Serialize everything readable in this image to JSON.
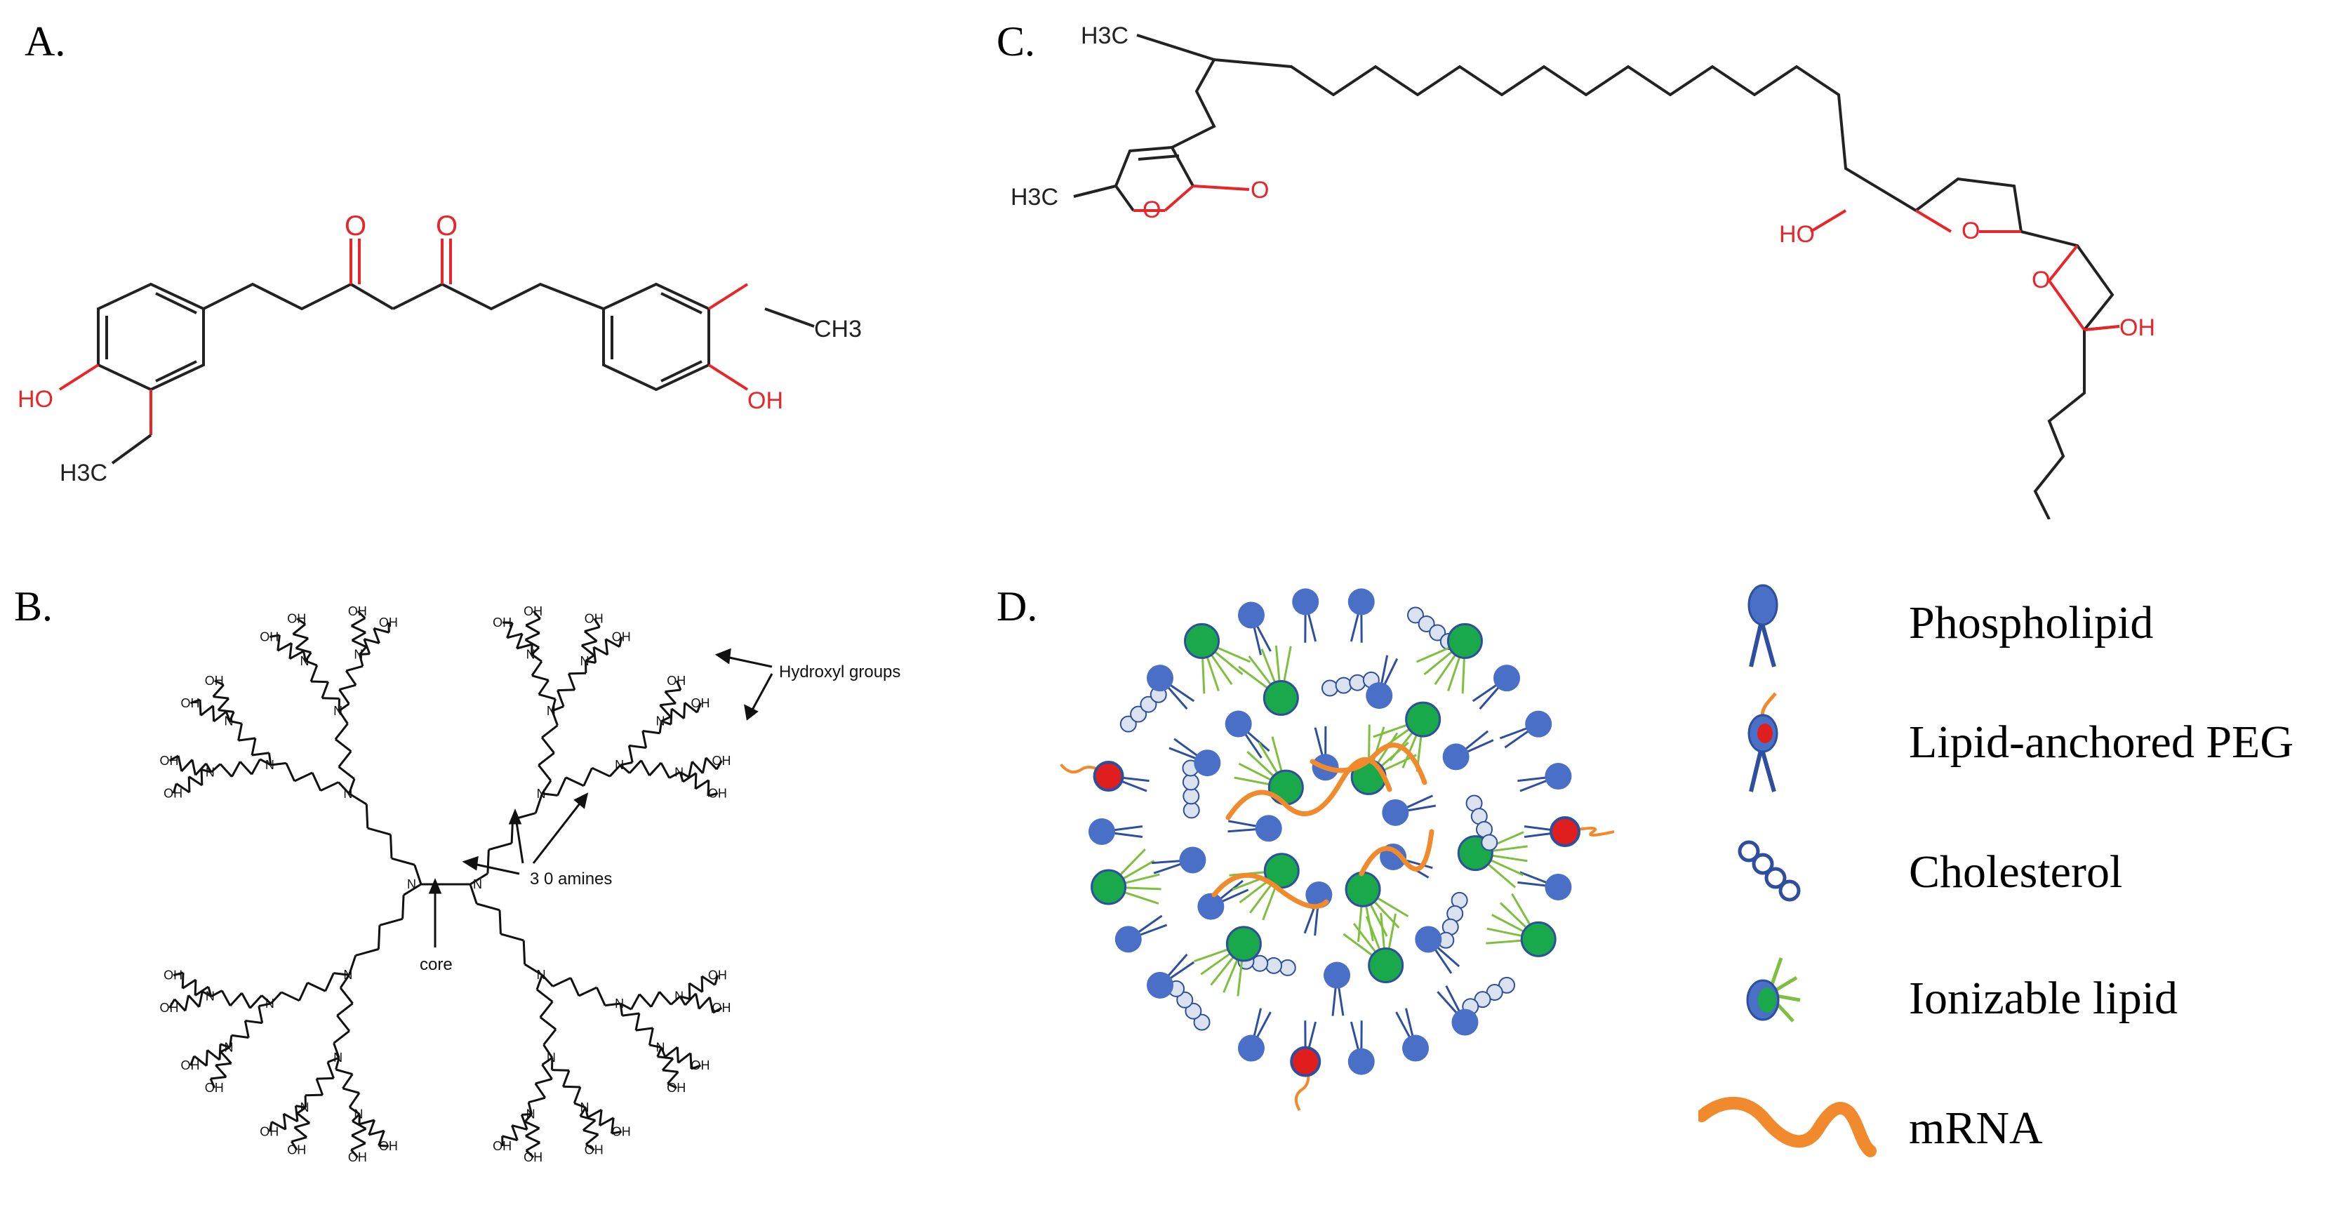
{
  "panels": {
    "a": {
      "label": "A.",
      "atoms": {
        "o1": "O",
        "o2": "O",
        "ho_left": "HO",
        "oh_right": "OH",
        "och3_top": "CH3",
        "och3_bottom": "H3C"
      }
    },
    "b": {
      "label": "B.",
      "annotations": {
        "hydroxyl": "Hydroxyl groups",
        "amines": "3 0 amines",
        "core": "core"
      }
    },
    "c": {
      "label": "C.",
      "atoms": {
        "h3c_top": "H3C",
        "h3c_left": "H3C",
        "o_ring": "O",
        "o_carbonyl": "O",
        "ho": "HO",
        "o_thf1": "O",
        "o_thf2": "O",
        "oh": "OH"
      }
    },
    "d": {
      "label": "D."
    }
  },
  "legend": {
    "items": [
      {
        "label": "Phospholipid",
        "icon": "phospholipid-icon"
      },
      {
        "label": "Lipid-anchored PEG",
        "icon": "peg-lipid-icon"
      },
      {
        "label": "Cholesterol",
        "icon": "cholesterol-icon"
      },
      {
        "label": "Ionizable lipid",
        "icon": "ionizable-lipid-icon"
      },
      {
        "label": "mRNA",
        "icon": "mrna-icon"
      }
    ]
  },
  "colors": {
    "phospholipid": "#4a6fc7",
    "peg_head": "#e01e1e",
    "ionizable_head": "#19a84a",
    "ionizable_tail": "#7fbf3f",
    "cholesterol": "#d9e2ee",
    "mrna": "#f08a2c",
    "heteroatom": "#e8262a"
  }
}
